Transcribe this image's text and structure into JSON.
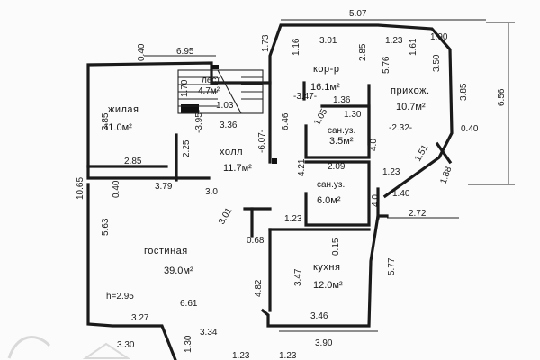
{
  "rooms": {
    "living": {
      "name": "жилая",
      "area": "11.0м²"
    },
    "hall": {
      "name": "холл",
      "area": "11.7м²"
    },
    "corridor": {
      "name": "кор-р",
      "area": "16.1м²"
    },
    "entrance": {
      "name": "прихож.",
      "area": "10.7м²"
    },
    "bath1": {
      "name": "сан.уз.",
      "area": "3.5м²"
    },
    "bath2": {
      "name": "сан.уз.",
      "area": "6.0м²"
    },
    "lounge": {
      "name": "гостиная",
      "area": "39.0м²"
    },
    "kitchen": {
      "name": "кухня",
      "area": "12.0м²"
    },
    "stairs": {
      "name": "лест.",
      "area": "4.7м²"
    }
  },
  "height_note": "h=2.95",
  "dims": {
    "top_total": "5.07",
    "top_left": "6.95",
    "corner_a": "0.40",
    "corner_b": "1.73",
    "c_left": "1.16",
    "c_top": "3.01",
    "c_right": "2.85",
    "c_width": "-3.47-",
    "c_mid": "1.36",
    "e_top": "1.23",
    "e_bay1": "1.90",
    "e_bay2": "1.61",
    "e_left": "5.76",
    "e_bay3": "3.50",
    "e_right": "3.85",
    "e_width": "-2.32-",
    "e_stub": "0.40",
    "e_bay4": "1.51",
    "e_bay5": "1.88",
    "e_door": "1.23",
    "e_stub2": "1.40",
    "right_total": "6.56",
    "living_side": "3.85",
    "living_width": "2.85",
    "left_total": "10.65",
    "left_stub": "0.40",
    "lounge_top": "3.79",
    "lounge_side": "5.63",
    "hall_a": "2.25",
    "hall_b": "-3.95-",
    "hall_width": "3.36",
    "hall_depth": "-6.07-",
    "hall_right": "6.46",
    "stair_w": "1.70",
    "stair_d": "1.03",
    "b1_top": "1.30",
    "b1_diag": "1.05",
    "b1_side": "4.0",
    "b2_top": "2.09",
    "b2_left": "4.21",
    "b2_right": "4.0",
    "b2_bottom": "2.72",
    "hall_bottom": "3.0",
    "diag": "3.01",
    "post": "0.68",
    "k_door": "1.23",
    "k_stub": "0.15",
    "k_right": "5.77",
    "k_left": "3.47",
    "k_depth": "4.82",
    "lounge_width": "6.61",
    "k_bottom": "3.46",
    "k_outer": "3.90",
    "bl_1": "3.27",
    "bl_2": "3.30",
    "bl_3": "1.30",
    "bl_4": "3.34",
    "bl_5": "1.23",
    "bl_6": "1.23"
  },
  "colors": {
    "ink": "#1a1a1a",
    "paper": "#fbfbfb",
    "watermark": "#bfbfbf"
  },
  "watermark_icon": "house-icon"
}
